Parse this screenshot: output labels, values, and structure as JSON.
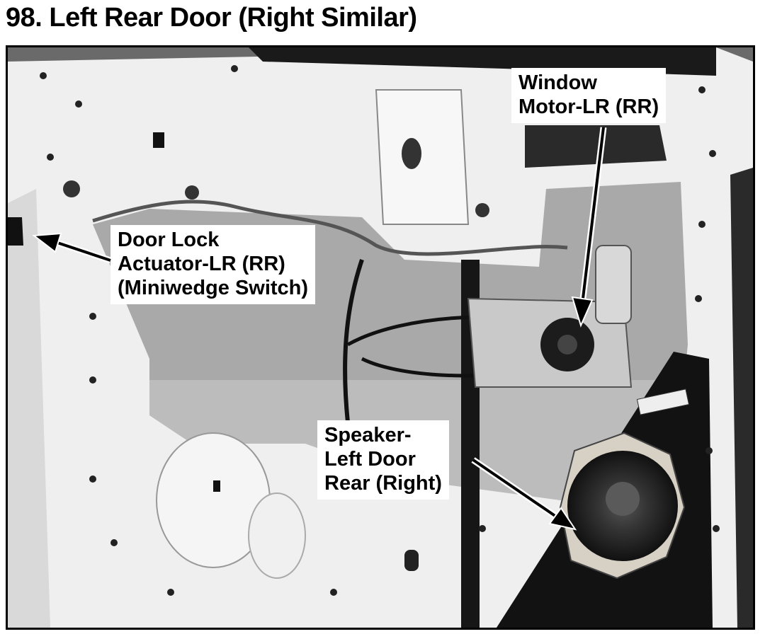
{
  "header": {
    "title": "98. Left Rear Door (Right Similar)"
  },
  "labels": {
    "window_motor": [
      "Window",
      "Motor-LR (RR)"
    ],
    "door_lock": [
      "Door Lock",
      "Actuator-LR (RR)",
      "(Miniwedge Switch)"
    ],
    "speaker": [
      "Speaker-",
      "Left Door",
      "Rear (Right)"
    ]
  },
  "colors": {
    "background": "#ffffff",
    "text": "#000000",
    "photo_dark": "#111111",
    "photo_light": "#f2f2f2"
  }
}
